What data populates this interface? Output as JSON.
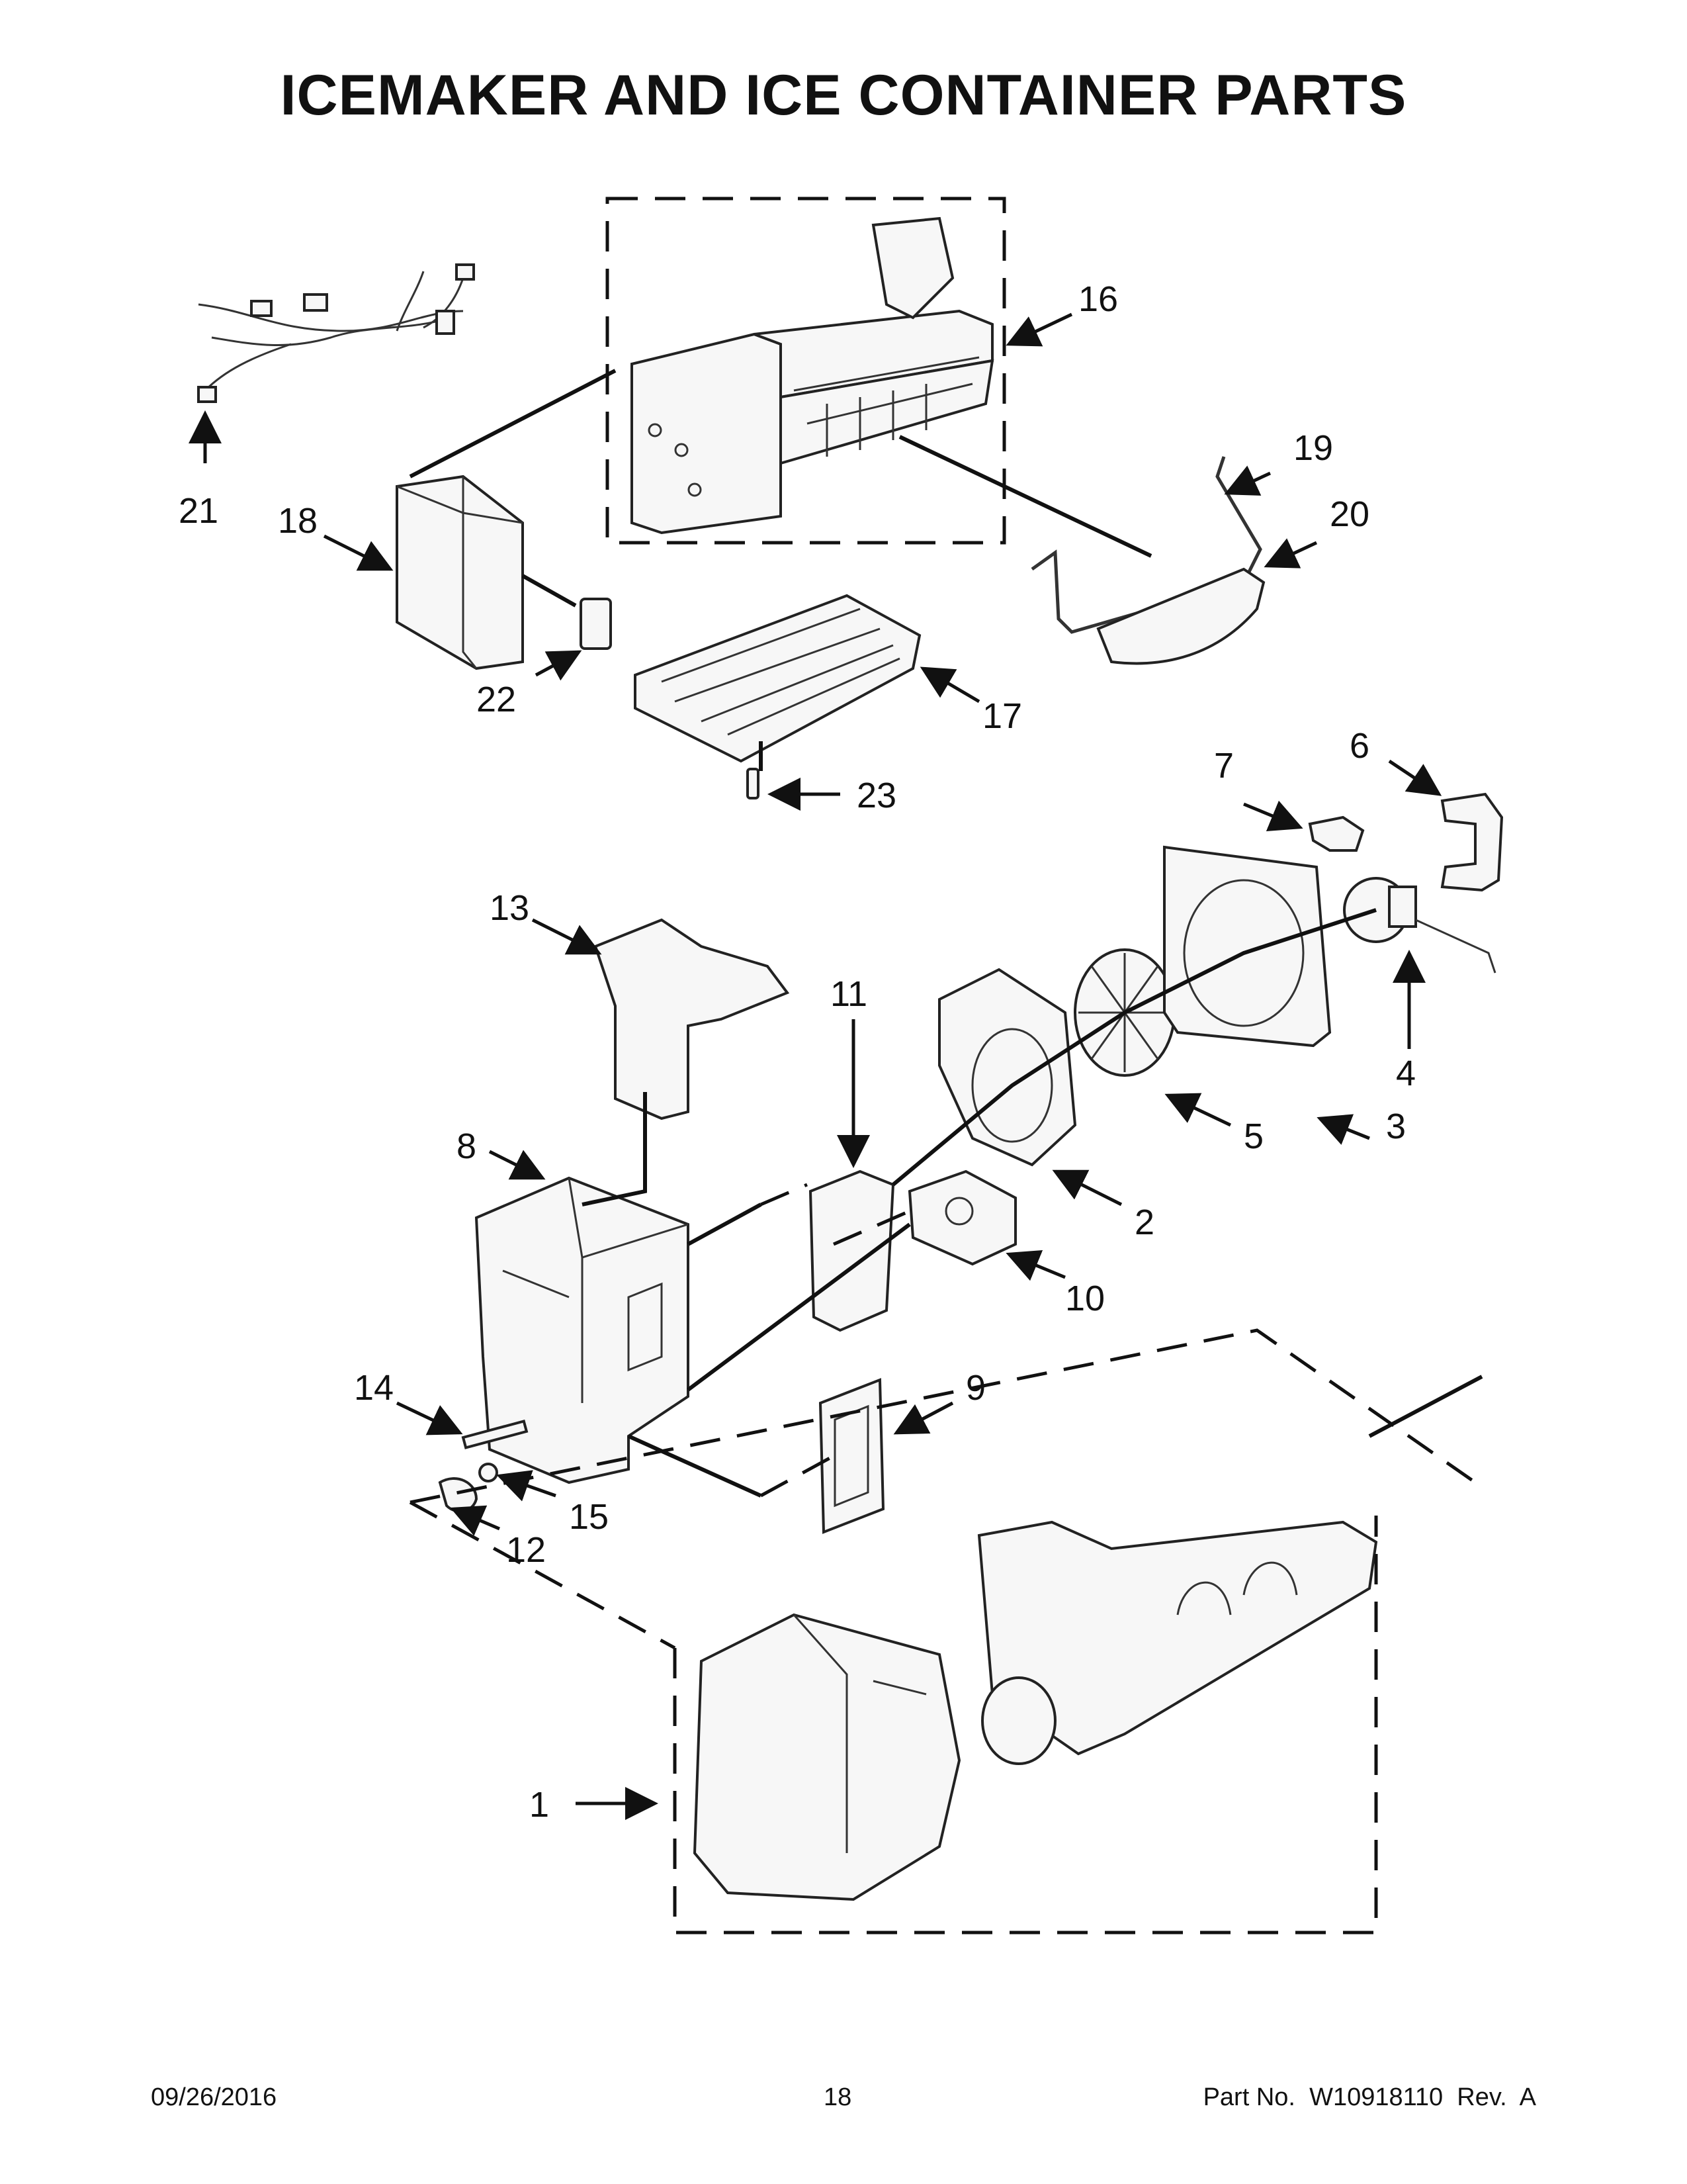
{
  "title": "ICEMAKER AND ICE CONTAINER PARTS",
  "footer": {
    "date": "09/26/2016",
    "page": "18",
    "part_number": "Part No.  W10918110  Rev.  A"
  },
  "callouts": [
    "1",
    "2",
    "3",
    "4",
    "5",
    "6",
    "7",
    "8",
    "9",
    "10",
    "11",
    "12",
    "13",
    "14",
    "15",
    "16",
    "17",
    "18",
    "19",
    "20",
    "21",
    "22",
    "23"
  ]
}
